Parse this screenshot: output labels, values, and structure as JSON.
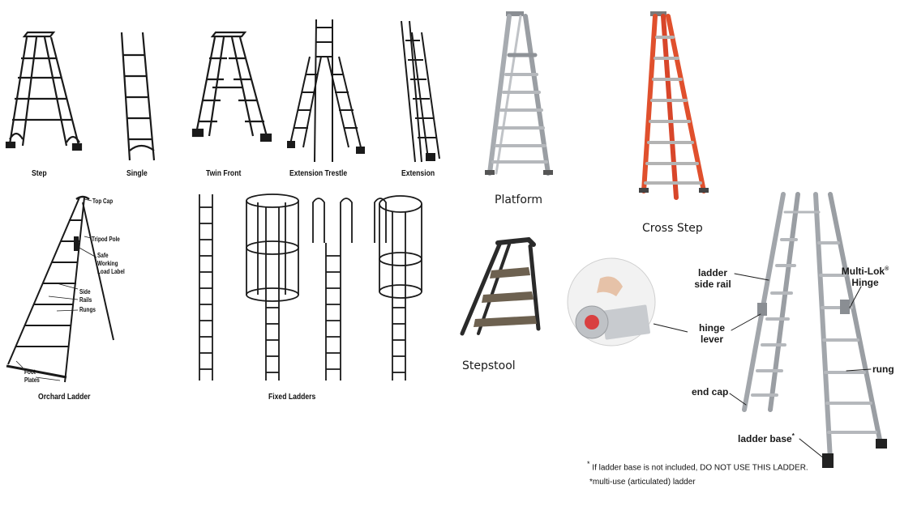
{
  "line_art": {
    "step": "Step",
    "single": "Single",
    "twin_front": "Twin Front",
    "extension_trestle": "Extension Trestle",
    "extension": "Extension",
    "orchard_ladder": "Orchard Ladder",
    "fixed_ladders": "Fixed Ladders"
  },
  "orchard_parts": {
    "top_cap": "Top Cap",
    "tripod_pole": "Tripod Pole",
    "safe_label_1": "Safe",
    "safe_label_2": "Working",
    "safe_label_3": "Load Label",
    "side_rails_1": "Side",
    "side_rails_2": "Rails",
    "rungs": "Rungs",
    "foot_plates_1": "Foot",
    "foot_plates_2": "Plates"
  },
  "photos": {
    "platform": "Platform",
    "cross_step": "Cross Step",
    "stepstool": "Stepstool"
  },
  "multi_use": {
    "side_rail_1": "ladder",
    "side_rail_2": "side rail",
    "hinge_1": "Multi-Lok",
    "hinge_reg": "®",
    "hinge_2": "Hinge",
    "hinge_lever_1": "hinge",
    "hinge_lever_2": "lever",
    "rung": "rung",
    "end_cap": "end cap",
    "ladder_base": "ladder base",
    "ladder_base_mark": "*",
    "note_mark": "*",
    "note_1": "If ladder base is not included, DO NOT USE THIS LADDER.",
    "note_2": "*multi-use (articulated) ladder"
  },
  "colors": {
    "line_art": "#1a1a1a",
    "aluminum": "#9a9ea3",
    "fiberglass_orange": "#e0502d",
    "stepstool_black": "#2a2a2a"
  }
}
